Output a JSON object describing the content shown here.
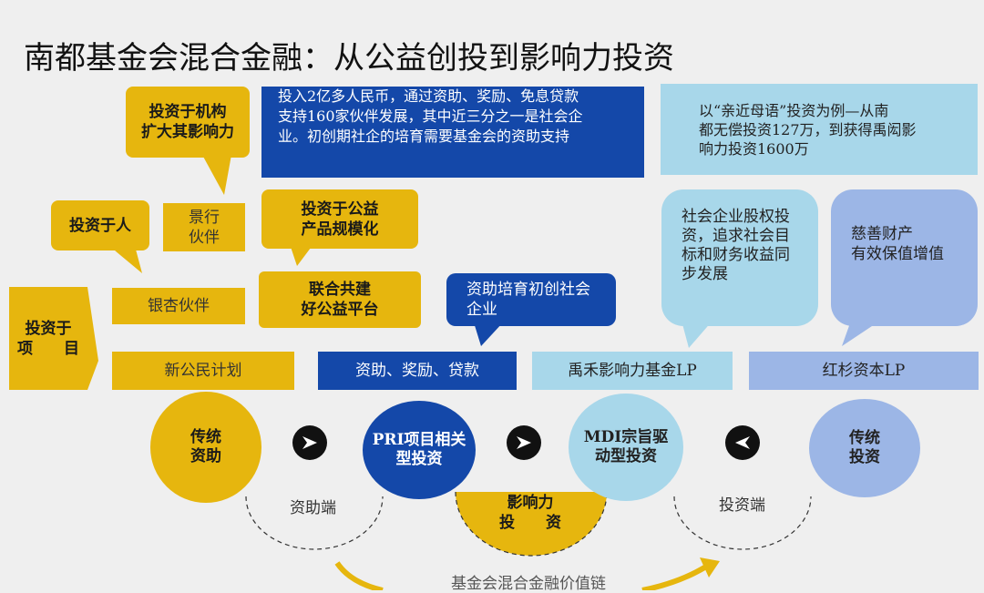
{
  "title": "南都基金会混合金融：从公益创投到影响力投资",
  "top_left": {
    "institution_bubble": [
      "投资于机构",
      "扩大其影响力"
    ],
    "jingxing_partner": [
      "景行",
      "伙伴"
    ],
    "people_bubble": "投资于人",
    "ginkgo_partner": "银杏伙伴",
    "project_box": [
      "投资于",
      "项　　目"
    ],
    "new_citizen_plan": "新公民计划"
  },
  "center": {
    "info_box": [
      "投入2亿多人民币，通过资助、奖励、免息贷款",
      "支持160家伙伴发展，其中近三分之一是社会企",
      "业。初创期社企的培育需要基金会的资助支持"
    ],
    "product_bubble": [
      "投资于公益",
      "产品规模化"
    ],
    "platform_box": [
      "联合共建",
      "好公益平台"
    ],
    "incubate_bubble": [
      "资助培育初创社会",
      "企业"
    ],
    "grants_bar": "资助、奖励、贷款"
  },
  "right": {
    "example_box": [
      "以“亲近母语”投资为例—从南",
      "都无偿投资127万，到获得禹闳影",
      "响力投资1600万"
    ],
    "equity_bubble": [
      "社会企业股权投",
      "资，追求社会目",
      "标和财务收益同",
      "步发展"
    ],
    "charity_bubble": [
      "慈善财产",
      "有效保值增值"
    ],
    "yuhe_bar": "禹禾影响力基金LP",
    "sequoia_bar": "红杉资本LP"
  },
  "circles": {
    "traditional_grant": [
      "传统",
      "资助"
    ],
    "pri": [
      "PRI项目相关",
      "型投资"
    ],
    "mdi": [
      "MDI宗旨驱",
      "动型投资"
    ],
    "traditional_invest": [
      "传统",
      "投资"
    ]
  },
  "bottom": {
    "grant_end": "资助端",
    "impact_invest": [
      "影响力",
      "投　　资"
    ],
    "invest_end": "投资端",
    "value_chain": "基金会混合金融价值链"
  },
  "colors": {
    "yellow": "#e6b60e",
    "dark_blue": "#1448a9",
    "light_blue": "#a8d7ea",
    "periwinkle": "#9cb6e6",
    "background": "#efefef"
  }
}
